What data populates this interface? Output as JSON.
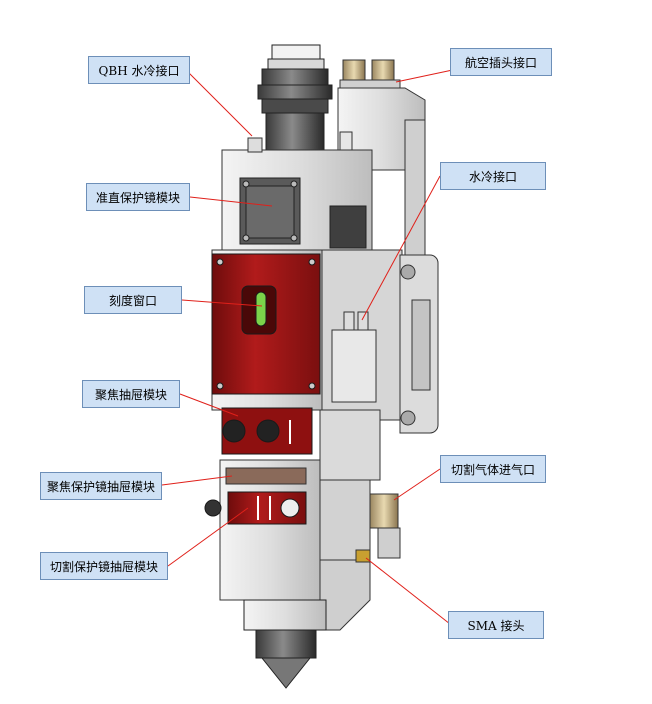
{
  "labels": {
    "qbh_water": "QBH 水冷接口",
    "aviation_plug": "航空插头接口",
    "collimator_module": "准直保护镜模块",
    "water_port": "水冷接口",
    "scale_window": "刻度窗口",
    "focus_drawer": "聚焦抽屉模块",
    "cut_gas_inlet": "切割气体进气口",
    "focus_protect_drawer": "聚焦保护镜抽屉模块",
    "cut_protect_drawer": "切割保护镜抽屉模块",
    "sma_connector": "SMA 接头"
  },
  "colors": {
    "callout_bg": "#cfe1f5",
    "callout_border": "#6d8fb8",
    "leader": "#e0201a",
    "red_module": "#9e1414",
    "body_metal": "#e2e2e2"
  }
}
